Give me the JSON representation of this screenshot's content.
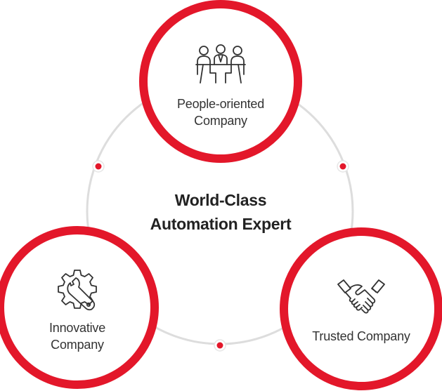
{
  "center": {
    "line1": "World-Class",
    "line2": "Automation Expert"
  },
  "nodes": {
    "top": {
      "label_line1": "People-oriented",
      "label_line2": "Company",
      "icon": "team-meeting-icon"
    },
    "left": {
      "label_line1": "Innovative",
      "label_line2": "Company",
      "icon": "gear-wrench-icon"
    },
    "right": {
      "label_line1": "Trusted Company",
      "icon": "handshake-icon"
    }
  },
  "colors": {
    "accent": "#e3172a",
    "ring": "#dddddd",
    "text": "#333333",
    "title": "#222222"
  }
}
